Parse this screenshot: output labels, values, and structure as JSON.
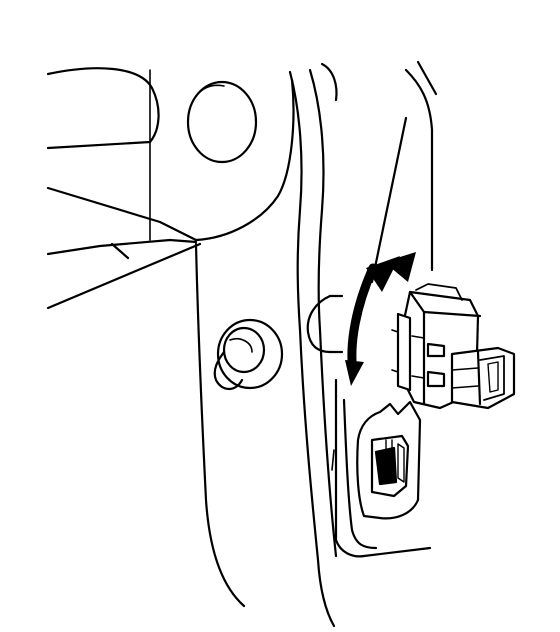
{
  "figure": {
    "background_color": "#ffffff",
    "line_color": "#000000",
    "arrow_color": "#000000",
    "arrow_direction": "bidirectional-rotation",
    "parts": [
      "door-panel",
      "latch-housing",
      "round-bumper",
      "stud-bolt",
      "electrical-connector",
      "connector-socket",
      "rotation-arrow"
    ]
  }
}
